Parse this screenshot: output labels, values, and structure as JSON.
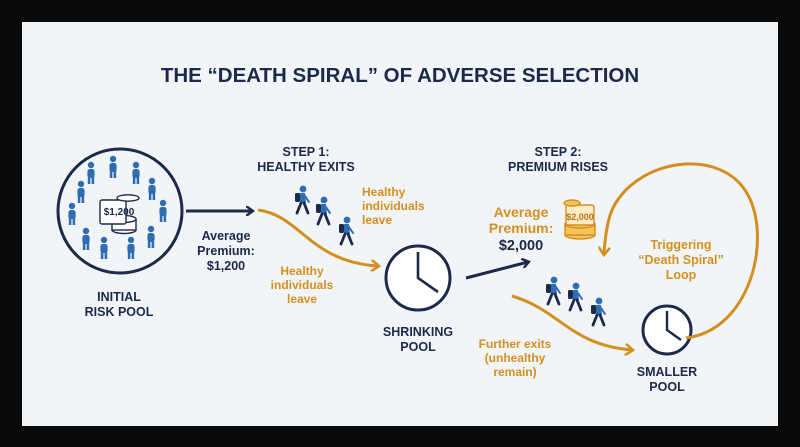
{
  "title": "THE “DEATH SPIRAL” OF ADVERSE SELECTION",
  "initial_pool": {
    "label_line1": "INITIAL",
    "label_line2": "RISK POOL",
    "coin_label": "$1,200"
  },
  "average_premium_1": {
    "line1": "Average",
    "line2": "Premium:",
    "line3": "$1,200"
  },
  "step1": {
    "heading_line1": "STEP 1:",
    "heading_line2": "HEALTHY EXITS",
    "note_line1": "Healthy",
    "note_line2": "individuals",
    "note_line3": "leave"
  },
  "healthy_leave": {
    "line1": "Healthy",
    "line2": "individuals",
    "line3": "leave"
  },
  "shrinking_pool": {
    "line1": "SHRINKING",
    "line2": "POOL"
  },
  "step2": {
    "heading_line1": "STEP 2:",
    "heading_line2": "PREMIUM RISES",
    "coin_label": "$2,000"
  },
  "average_premium_2": {
    "line1": "Average",
    "line2": "Premium:",
    "line3": "$2,000"
  },
  "further_exits": {
    "line1": "Further exits",
    "line2": "(unhealthy",
    "line3": "remain)"
  },
  "smaller_pool": {
    "line1": "SMALLER",
    "line2": "POOL"
  },
  "loop": {
    "line1": "Triggering",
    "line2": "“Death Spiral”",
    "line3": "Loop"
  },
  "colors": {
    "navy": "#1b2a4a",
    "blue": "#2f6db3",
    "orange": "#d38f1f",
    "coin_fill": "#f2c45a",
    "background": "#f2f5f8"
  },
  "icons": [
    "person-icon",
    "coin-stack-icon",
    "hiker-icon",
    "pie-clock-icon",
    "arrow-icon"
  ]
}
